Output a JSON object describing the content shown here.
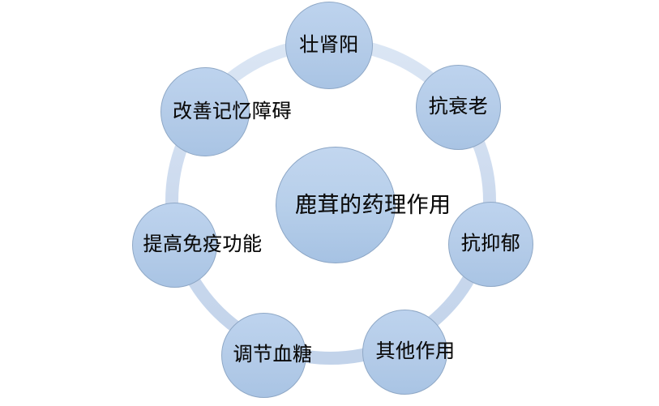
{
  "diagram": {
    "type": "radial-cycle",
    "title": "鹿茸的药理作用",
    "center": {
      "label": "鹿茸的药理作用",
      "icon": "center-node-circle"
    },
    "ring": {
      "icon": "connector-ring",
      "color": "#cfdcf0"
    },
    "colors": {
      "node_fill_top": "#bdd3ee",
      "node_fill_bottom": "#a9c4e4",
      "node_border": "#8fa8c6",
      "ring": "#cfdcf0",
      "text": "#0d0d0d",
      "background": "#ffffff"
    },
    "nodes": [
      {
        "label": "壮肾阳",
        "position": "top"
      },
      {
        "label": "抗衰老",
        "position": "upper-right"
      },
      {
        "label": "抗抑郁",
        "position": "right"
      },
      {
        "label": "其他作用",
        "position": "lower-right"
      },
      {
        "label": "调节血糖",
        "position": "lower-left"
      },
      {
        "label": "提高免疫功能",
        "position": "left"
      },
      {
        "label": "改善记忆障碍",
        "position": "upper-left"
      }
    ]
  }
}
